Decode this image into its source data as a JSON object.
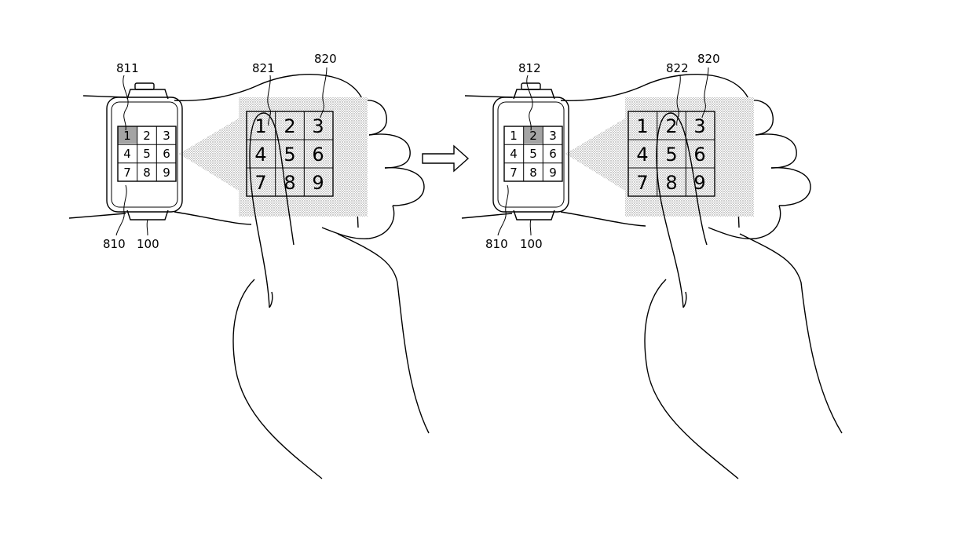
{
  "panels": [
    {
      "id": "before",
      "labels": {
        "watch_screen": "811",
        "projection_key": "821",
        "projection": "820",
        "watch_keypad": "810",
        "device": "100"
      },
      "keys": [
        "1",
        "2",
        "3",
        "4",
        "5",
        "6",
        "7",
        "8",
        "9"
      ],
      "selected_key_index": 0
    },
    {
      "id": "after",
      "labels": {
        "watch_screen": "812",
        "projection_key": "822",
        "projection": "820",
        "watch_keypad": "810",
        "device": "100"
      },
      "keys": [
        "1",
        "2",
        "3",
        "4",
        "5",
        "6",
        "7",
        "8",
        "9"
      ],
      "selected_key_index": 1
    }
  ],
  "colors": {
    "line": "#000000",
    "highlight": "#a9a9a9",
    "projection_fill": "#dcdcdc"
  }
}
